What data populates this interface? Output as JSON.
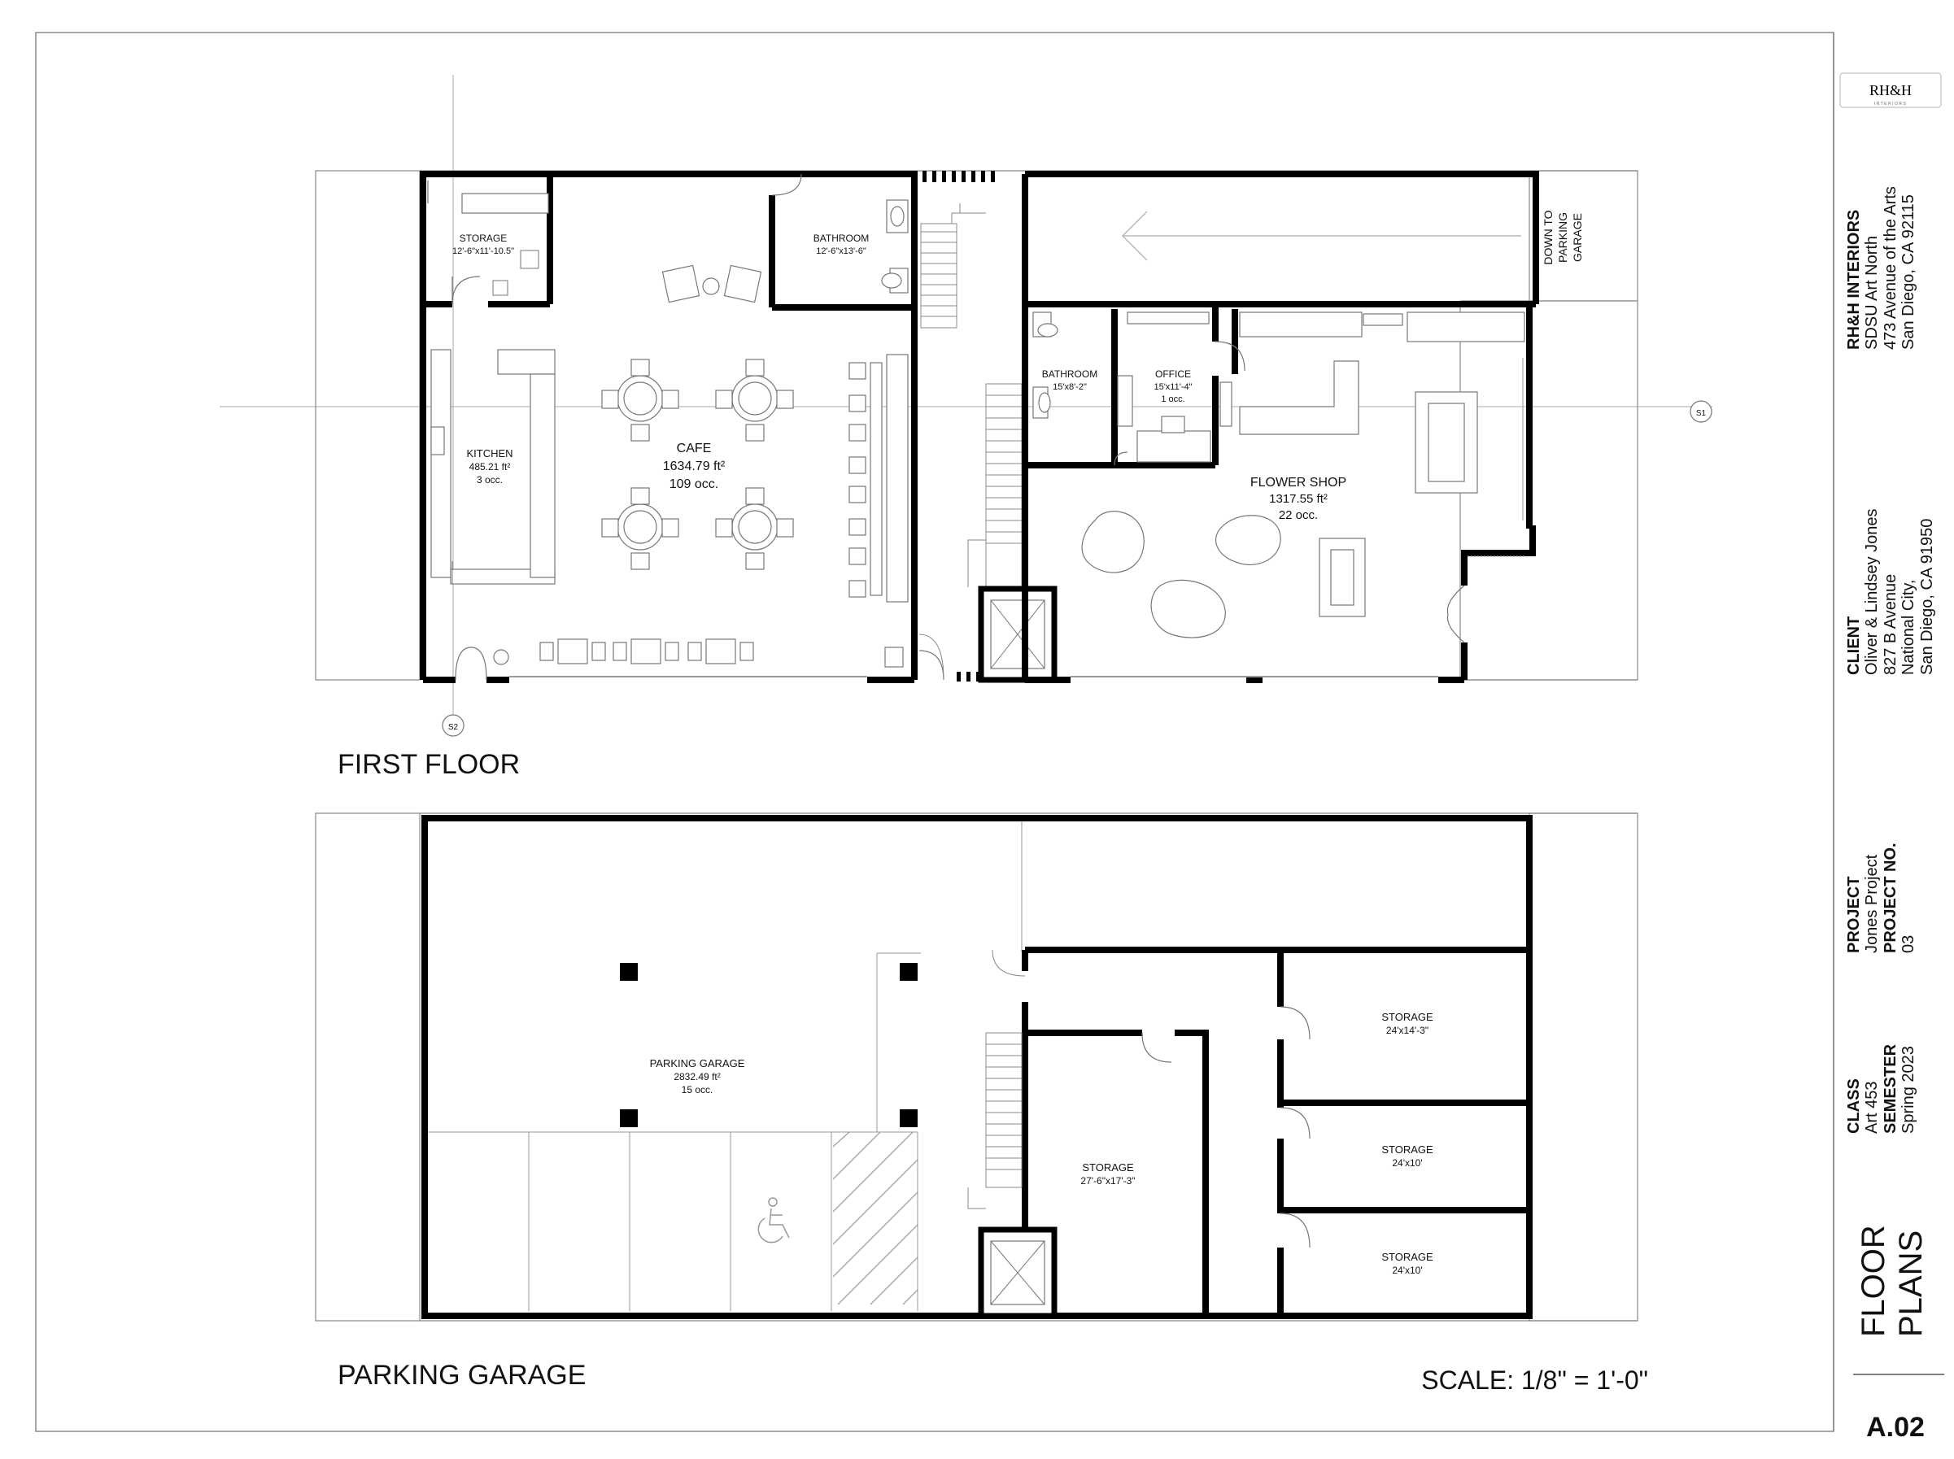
{
  "logo": {
    "mark": "RH&H",
    "sub": "INTERIORS"
  },
  "firm": {
    "name": "RH&H INTERIORS",
    "line1": "SDSU Art North",
    "line2": "473 Avenue of the Arts",
    "line3": "San Diego, CA 92115"
  },
  "client": {
    "heading": "CLIENT",
    "name": "Oliver & Lindsey Jones",
    "street": "827 B Avenue",
    "city": "National City,",
    "state": "San Diego, CA 91950"
  },
  "project": {
    "heading": "PROJECT",
    "name": "Jones Project",
    "no_heading": "PROJECT NO.",
    "no": "03"
  },
  "class_info": {
    "heading": "CLASS",
    "name": "Art 453",
    "semester_heading": "SEMESTER",
    "semester": "Spring 2023"
  },
  "sheet": {
    "title_line1": "FLOOR",
    "title_line2": "PLANS",
    "number": "A.02"
  },
  "first_floor": {
    "label": "FIRST FLOOR",
    "storage": {
      "name": "STORAGE",
      "dims": "12'-6\"x11'-10.5\""
    },
    "bathroom_left": {
      "name": "BATHROOM",
      "dims": "12'-6\"x13'-6\""
    },
    "kitchen": {
      "name": "KITCHEN",
      "area": "485.21 ft²",
      "occ": "3 occ."
    },
    "cafe": {
      "name": "CAFE",
      "area": "1634.79 ft²",
      "occ": "109 occ."
    },
    "down_to_parking": {
      "line1": "DOWN TO",
      "line2": "PARKING",
      "line3": "GARAGE"
    },
    "bathroom_right": {
      "name": "BATHROOM",
      "dims": "15'x8'-2\""
    },
    "office": {
      "name": "OFFICE",
      "dims": "15'x11'-4\"",
      "occ": "1 occ."
    },
    "flower_shop": {
      "name": "FLOWER SHOP",
      "area": "1317.55 ft²",
      "occ": "22 occ."
    },
    "section_s1": "S1",
    "section_s2": "S2"
  },
  "garage": {
    "label": "PARKING GARAGE",
    "parking": {
      "name": "PARKING GARAGE",
      "area": "2832.49 ft²",
      "occ": "15 occ."
    },
    "storage_big": {
      "name": "STORAGE",
      "dims": "27'-6\"x17'-3\""
    },
    "storage_1": {
      "name": "STORAGE",
      "dims": "24'x14'-3\""
    },
    "storage_2": {
      "name": "STORAGE",
      "dims": "24'x10'"
    },
    "storage_3": {
      "name": "STORAGE",
      "dims": "24'x10'"
    }
  },
  "scale": "SCALE: 1/8\" = 1'-0\""
}
